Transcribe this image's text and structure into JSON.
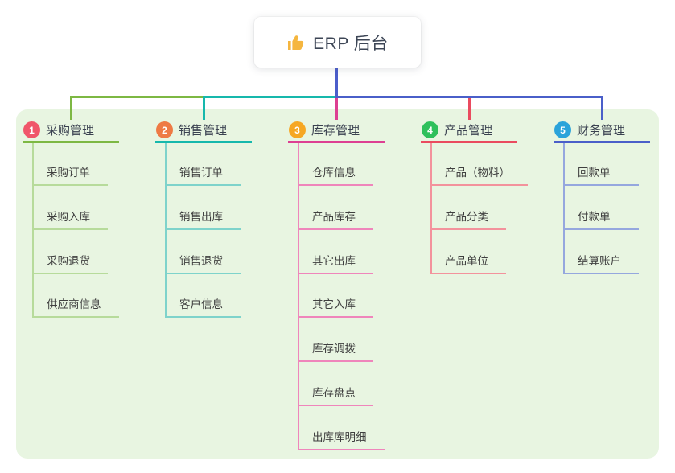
{
  "canvas": {
    "background": "#ffffff",
    "panel_background": "#e8f5e1"
  },
  "root": {
    "title": "ERP 后台",
    "icon": "thumbs-up-icon",
    "icon_color": "#f5b63f",
    "card_background": "#ffffff",
    "trunk_color": "#4c5ecb"
  },
  "branches": [
    {
      "index": "1",
      "label": "采购管理",
      "badge_color": "#f0566a",
      "line_color": "#7db843",
      "child_line_color": "#b7db9b",
      "children": [
        "采购订单",
        "采购入库",
        "采购退货",
        "供应商信息"
      ]
    },
    {
      "index": "2",
      "label": "销售管理",
      "badge_color": "#ee7a44",
      "line_color": "#16b8ac",
      "child_line_color": "#7ed3cb",
      "children": [
        "销售订单",
        "销售出库",
        "销售退货",
        "客户信息"
      ]
    },
    {
      "index": "3",
      "label": "库存管理",
      "badge_color": "#f6a723",
      "line_color": "#dd3f92",
      "child_line_color": "#ef85bb",
      "children": [
        "仓库信息",
        "产品库存",
        "其它出库",
        "其它入库",
        "库存调拨",
        "库存盘点",
        "出库库明细"
      ]
    },
    {
      "index": "4",
      "label": "产品管理",
      "badge_color": "#2fc05c",
      "line_color": "#ea4b5f",
      "child_line_color": "#f3929c",
      "children": [
        "产品（物料）",
        "产品分类",
        "产品单位"
      ]
    },
    {
      "index": "5",
      "label": "财务管理",
      "badge_color": "#2aa3da",
      "line_color": "#4a5fc9",
      "child_line_color": "#95a7de",
      "children": [
        "回款单",
        "付款单",
        "结算账户"
      ]
    }
  ]
}
